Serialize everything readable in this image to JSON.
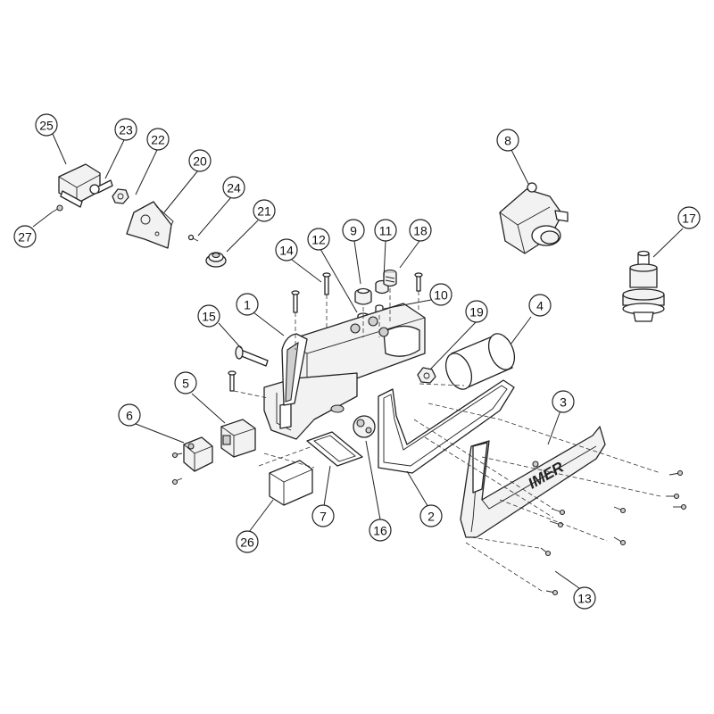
{
  "diagram": {
    "brand_marking": "IMER",
    "callouts": [
      {
        "id": "callout-1",
        "label": "1"
      },
      {
        "id": "callout-2",
        "label": "2"
      },
      {
        "id": "callout-3",
        "label": "3"
      },
      {
        "id": "callout-4",
        "label": "4"
      },
      {
        "id": "callout-5",
        "label": "5"
      },
      {
        "id": "callout-6",
        "label": "6"
      },
      {
        "id": "callout-7",
        "label": "7"
      },
      {
        "id": "callout-8",
        "label": "8"
      },
      {
        "id": "callout-9",
        "label": "9"
      },
      {
        "id": "callout-10",
        "label": "10"
      },
      {
        "id": "callout-11",
        "label": "11"
      },
      {
        "id": "callout-12",
        "label": "12"
      },
      {
        "id": "callout-13",
        "label": "13"
      },
      {
        "id": "callout-14",
        "label": "14"
      },
      {
        "id": "callout-15",
        "label": "15"
      },
      {
        "id": "callout-16",
        "label": "16"
      },
      {
        "id": "callout-17",
        "label": "17"
      },
      {
        "id": "callout-18",
        "label": "18"
      },
      {
        "id": "callout-19",
        "label": "19"
      },
      {
        "id": "callout-20",
        "label": "20"
      },
      {
        "id": "callout-21",
        "label": "21"
      },
      {
        "id": "callout-22",
        "label": "22"
      },
      {
        "id": "callout-23",
        "label": "23"
      },
      {
        "id": "callout-24",
        "label": "24"
      },
      {
        "id": "callout-25",
        "label": "25"
      },
      {
        "id": "callout-26",
        "label": "26"
      },
      {
        "id": "callout-27",
        "label": "27"
      }
    ]
  }
}
